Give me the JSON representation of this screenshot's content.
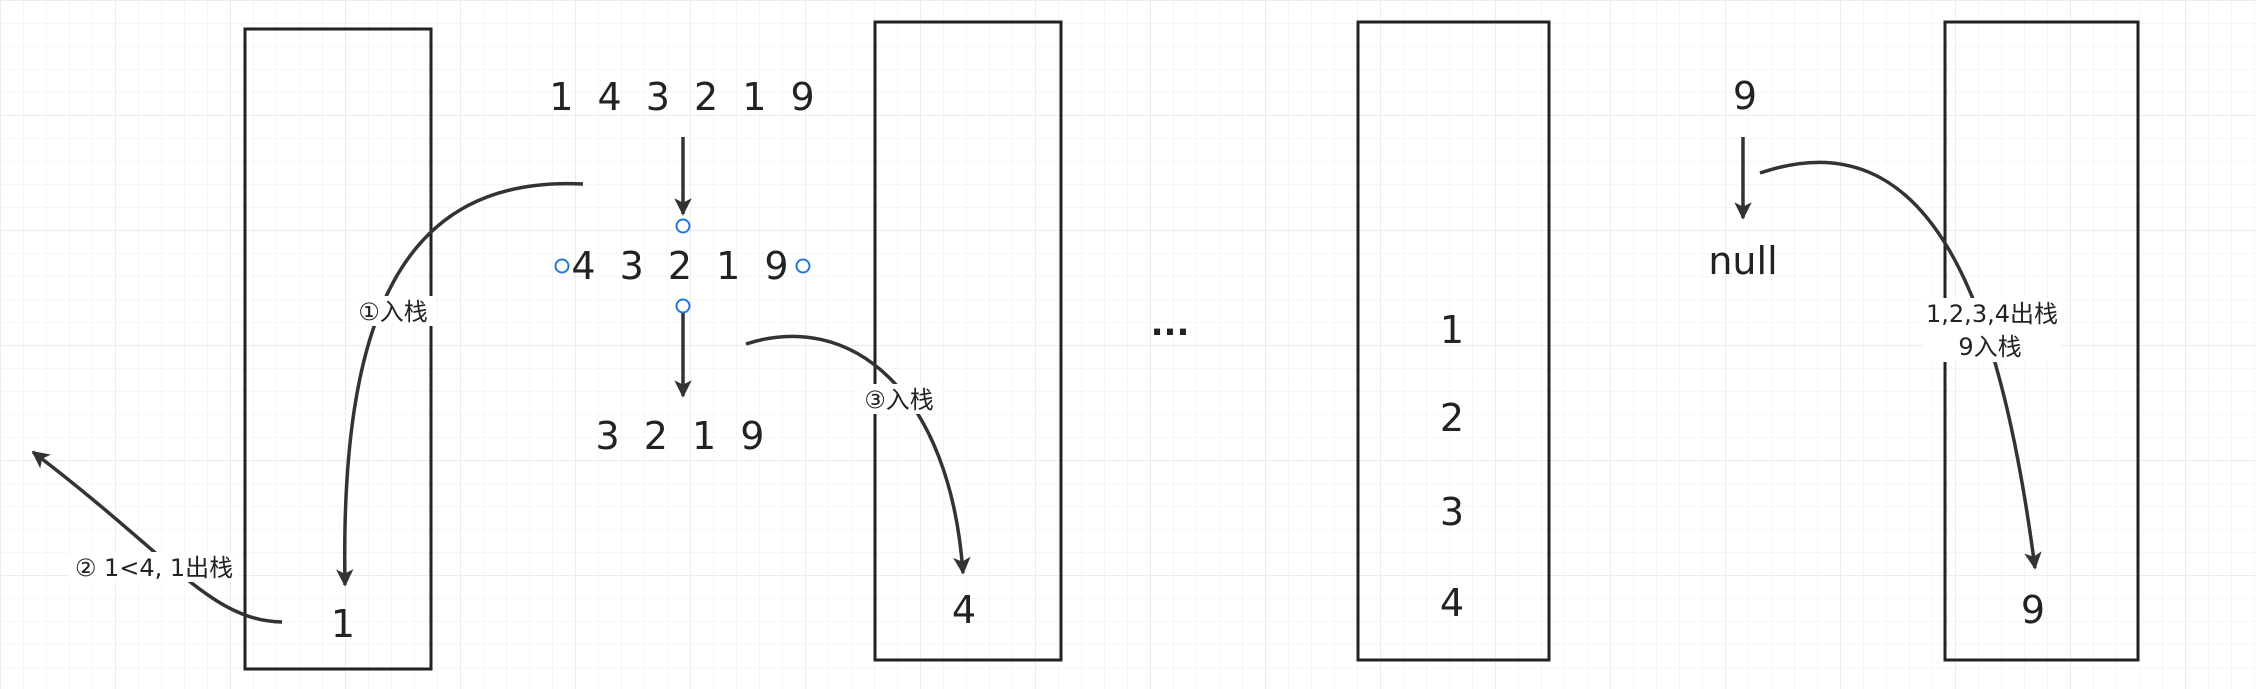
{
  "sequences": {
    "initial": "1 4 3 2 1 9",
    "after_first": "4 3 2 1 9",
    "after_second": "3 2 1 9",
    "last_single": "9",
    "last_null": "null"
  },
  "stacks": {
    "first": {
      "items": [
        "1"
      ]
    },
    "second": {
      "items": [
        "4"
      ]
    },
    "third": {
      "items": [
        "1",
        "2",
        "3",
        "4"
      ]
    },
    "fourth": {
      "items": [
        "9"
      ]
    }
  },
  "ellipsis": "...",
  "notes": {
    "push_1": "①入栈",
    "pop_2": "② 1<4, 1出栈",
    "push_3": "③入栈",
    "pop_all_line1": "1,2,3,4出栈",
    "pop_all_line2": "9入栈"
  },
  "colors": {
    "stroke": "#222222",
    "arrow": "#333333",
    "selection_handle": "#1f7ad6",
    "grid": "#ececec"
  }
}
